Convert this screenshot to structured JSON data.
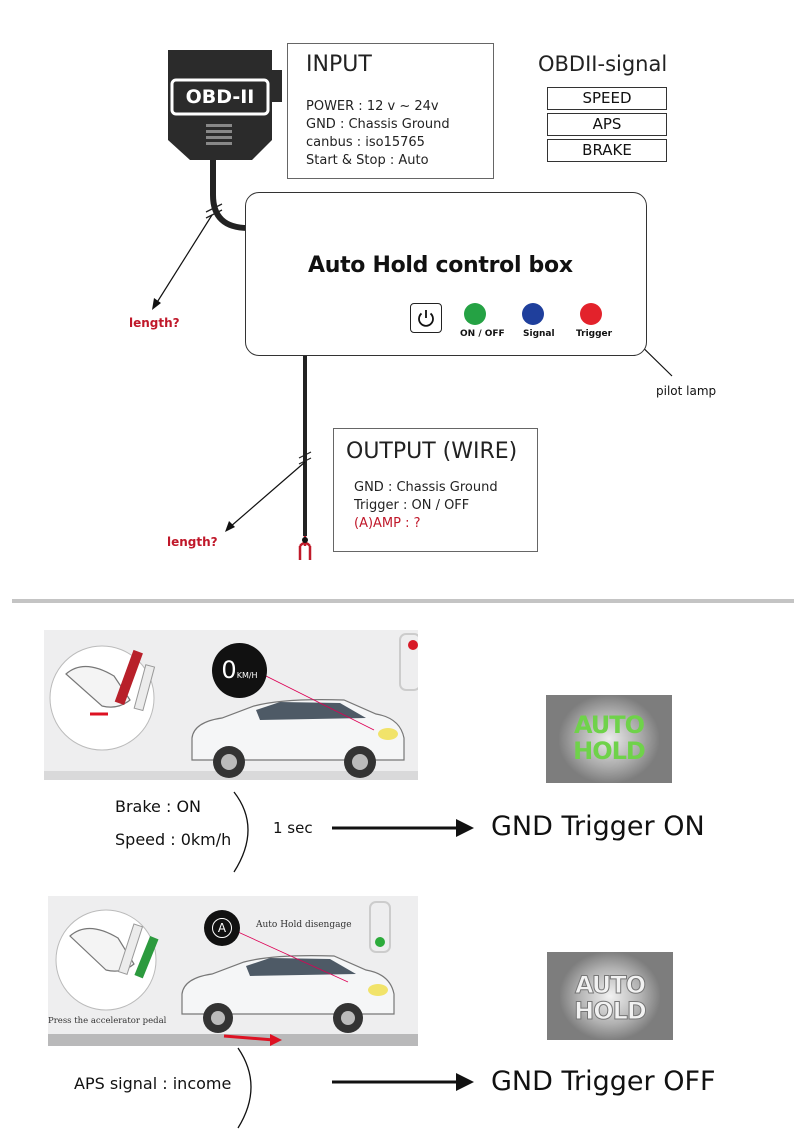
{
  "top": {
    "connector_label": "OBD-II",
    "input": {
      "title": "INPUT",
      "lines": [
        "POWER : 12 v ~ 24v",
        "GND : Chassis Ground",
        "canbus : iso15765",
        "Start & Stop : Auto"
      ]
    },
    "obd_signal": {
      "title": "OBDII-signal",
      "items": [
        "SPEED",
        "APS",
        "BRAKE"
      ]
    },
    "control_box": {
      "title": "Auto Hold control box",
      "lamps": [
        {
          "label": "ON / OFF",
          "color": "#25a244"
        },
        {
          "label": "Signal",
          "color": "#1f3f9c"
        },
        {
          "label": "Trigger",
          "color": "#e3222b"
        }
      ]
    },
    "pilot_lamp_label": "pilot lamp",
    "length_label_1": "length?",
    "length_label_2": "length?",
    "output": {
      "title": "OUTPUT (WIRE)",
      "line1": "GND : Chassis Ground",
      "line2": "Trigger : ON / OFF",
      "line3": "(A)AMP : ?"
    }
  },
  "scenario_on": {
    "speed_badge_num": "0",
    "speed_badge_unit": "KM/H",
    "badge_line1": "AUTO",
    "badge_line2": "HOLD",
    "badge_color": "#6fd24a",
    "condition1": "Brake  : ON",
    "condition2": "Speed : 0km/h",
    "delay": "1 sec",
    "result": "GND Trigger ON"
  },
  "scenario_off": {
    "icon_letter": "A",
    "disengage_label": "Auto Hold disengage",
    "pedal_caption": "Press the accelerator pedal",
    "badge_line1": "AUTO",
    "badge_line2": "HOLD",
    "condition1": "APS signal : income",
    "result": "GND Trigger OFF"
  }
}
